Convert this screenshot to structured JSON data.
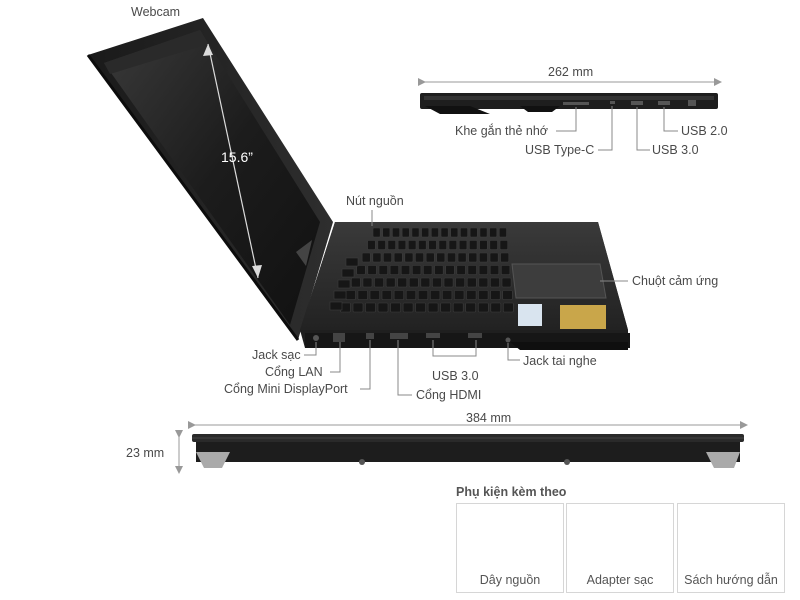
{
  "labels": {
    "webcam": "Webcam",
    "screen_size": "15.6”",
    "power_button": "Nút nguồn",
    "touchpad": "Chuột cảm ứng",
    "charge_jack": "Jack sạc",
    "lan_port": "Cổng LAN",
    "mini_displayport": "Cổng Mini DisplayPort",
    "usb30_left": "USB 3.0",
    "hdmi_port": "Cổng HDMI",
    "headphone_jack": "Jack tai nghe",
    "card_slot": "Khe gắn thẻ nhớ",
    "usb_type_c": "USB Type-C",
    "usb30_right": "USB 3.0",
    "usb20_right": "USB 2.0"
  },
  "dimensions": {
    "depth": "262 mm",
    "width": "384  mm",
    "height": "23 mm"
  },
  "accessories": {
    "title": "Phụ kiện kèm theo",
    "items": [
      {
        "label": "Dây nguồn",
        "icon": "power-cord-icon"
      },
      {
        "label": "Adapter sạc",
        "icon": "charger-adapter-icon"
      },
      {
        "label": "Sách hướng dẫn",
        "icon": "manual-book-icon"
      }
    ]
  },
  "colors": {
    "laptop_body": "#2a2a2a",
    "laptop_edge": "#111111",
    "red_accent": "#c0392b",
    "dimension_line": "#888888"
  }
}
